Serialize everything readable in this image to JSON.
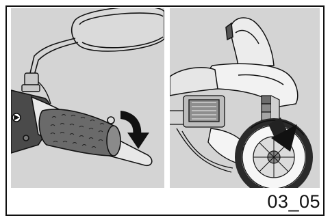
{
  "figure": {
    "caption": "03_05",
    "colors": {
      "panel_bg": "#d4d4d4",
      "line": "#111111",
      "arrow": "#111111",
      "stripe_gradient": [
        "#6d6d6d",
        "#8a8a8a",
        "#a5a5a5",
        "#c4c4c4",
        "#e6e6e6"
      ]
    },
    "left_panel": {
      "depicts": "throttle-grip-rotation",
      "arrow_direction": "down"
    },
    "right_panel": {
      "depicts": "motorcycle-front-suspension-compression",
      "arrow_direction": "down"
    }
  }
}
